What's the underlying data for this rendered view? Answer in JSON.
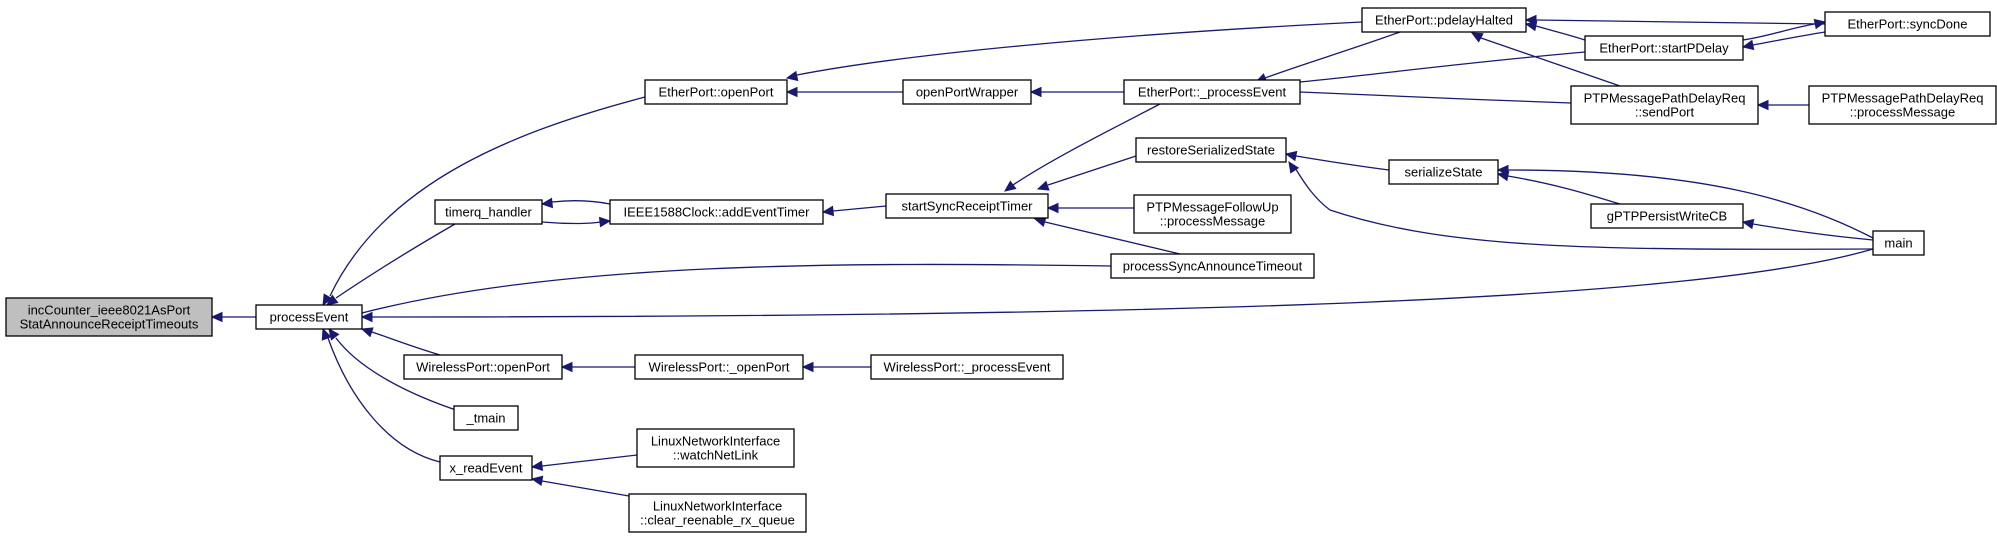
{
  "colors": {
    "edge": "#191970",
    "root_fill": "#bfbfbf",
    "node_fill": "#ffffff",
    "node_border": "#000000"
  },
  "nodes": [
    {
      "id": "n_inc",
      "lines": [
        "incCounter_ieee8021AsPort",
        "StatAnnounceReceiptTimeouts"
      ],
      "root": true
    },
    {
      "id": "n_processEvent",
      "lines": [
        "processEvent"
      ]
    },
    {
      "id": "n_etherOpenPort",
      "lines": [
        "EtherPort::openPort"
      ]
    },
    {
      "id": "n_timerq",
      "lines": [
        "timerq_handler"
      ]
    },
    {
      "id": "n_wirelessOpenPort",
      "lines": [
        "WirelessPort::openPort"
      ]
    },
    {
      "id": "n_tmain",
      "lines": [
        "_tmain"
      ]
    },
    {
      "id": "n_xread",
      "lines": [
        "x_readEvent"
      ]
    },
    {
      "id": "n_openPortWrapper",
      "lines": [
        "openPortWrapper"
      ]
    },
    {
      "id": "n_addEventTimer",
      "lines": [
        "IEEE1588Clock::addEventTimer"
      ]
    },
    {
      "id": "n_wirelessUOpenPort",
      "lines": [
        "WirelessPort::_openPort"
      ]
    },
    {
      "id": "n_watchNetLink",
      "lines": [
        "LinuxNetworkInterface",
        "::watchNetLink"
      ]
    },
    {
      "id": "n_clearReenable",
      "lines": [
        "LinuxNetworkInterface",
        "::clear_reenable_rx_queue"
      ]
    },
    {
      "id": "n_startSync",
      "lines": [
        "startSyncReceiptTimer"
      ]
    },
    {
      "id": "n_wirelessProcessEvent",
      "lines": [
        "WirelessPort::_processEvent"
      ]
    },
    {
      "id": "n_etherProcessEvent",
      "lines": [
        "EtherPort::_processEvent"
      ]
    },
    {
      "id": "n_restore",
      "lines": [
        "restoreSerializedState"
      ]
    },
    {
      "id": "n_followUp",
      "lines": [
        "PTPMessageFollowUp",
        "::processMessage"
      ]
    },
    {
      "id": "n_procSyncAnnounce",
      "lines": [
        "processSyncAnnounceTimeout"
      ]
    },
    {
      "id": "n_pdelayHalted",
      "lines": [
        "EtherPort::pdelayHalted"
      ]
    },
    {
      "id": "n_startPDelay",
      "lines": [
        "EtherPort::startPDelay"
      ]
    },
    {
      "id": "n_sendPort",
      "lines": [
        "PTPMessagePathDelayReq",
        "::sendPort"
      ]
    },
    {
      "id": "n_serializeState",
      "lines": [
        "serializeState"
      ]
    },
    {
      "id": "n_gptpPersist",
      "lines": [
        "gPTPPersistWriteCB"
      ]
    },
    {
      "id": "n_syncDone",
      "lines": [
        "EtherPort::syncDone"
      ]
    },
    {
      "id": "n_pdrProcessMessage",
      "lines": [
        "PTPMessagePathDelayReq",
        "::processMessage"
      ]
    },
    {
      "id": "n_main",
      "lines": [
        "main"
      ]
    }
  ]
}
